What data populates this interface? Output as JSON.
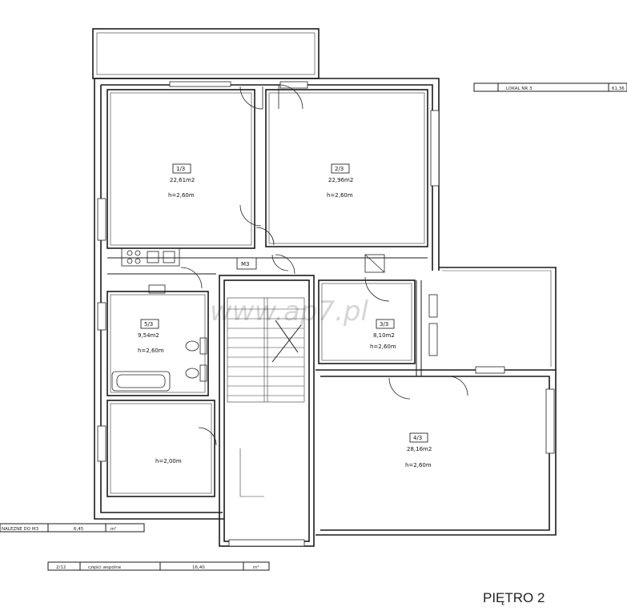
{
  "floor_label": "PIĘTRO 2",
  "watermark": "www.ap7.pl",
  "shaft_label": "M3",
  "rooms": [
    {
      "id": "1/3",
      "area": "22,61m2",
      "height": "h=2,60m"
    },
    {
      "id": "2/3",
      "area": "22,96m2",
      "height": "h=2,60m"
    },
    {
      "id": "3/3",
      "area": "8,10m2",
      "height": "h=2,60m"
    },
    {
      "id": "4/3",
      "area": "28,16m2",
      "height": "h=2,60m"
    },
    {
      "id": "5/3",
      "area": "9,54m2",
      "height": "h=2,60m"
    },
    {
      "id": "",
      "area": "",
      "height": "h=2,00m"
    }
  ],
  "table_top": {
    "label": "LOKAL  NR  3",
    "value": "61,36"
  },
  "table_bottom": [
    {
      "c1": "NALEZNE DO M3",
      "c2": "6,45",
      "c3": "m²"
    },
    {
      "c1": "2/12",
      "c2": "części wspólne",
      "c3": "16,40",
      "c4": "m²"
    }
  ]
}
